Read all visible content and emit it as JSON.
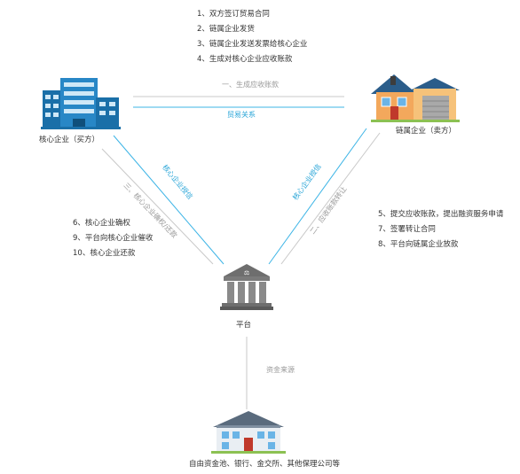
{
  "top_steps": [
    "1、双方签订贸易合同",
    "2、链属企业发货",
    "3、链属企业发送发票给核心企业",
    "4、生成对核心企业应收账款"
  ],
  "left_node": {
    "label": "核心企业（买方）"
  },
  "right_node": {
    "label": "链属企业（卖方）"
  },
  "platform": {
    "label": "平台"
  },
  "funder": {
    "label": "自由资金池、银行、金交所、其他保理公司等"
  },
  "edges": {
    "top_gray": "一、生成应收账款",
    "top_blue": "贸易关系",
    "left_blue": "核心企业授信",
    "left_gray": "三、核心企业确权/还款",
    "right_blue": "核心企业授信",
    "right_gray": "二、应收账款转让",
    "vertical": "资金来源"
  },
  "left_steps": [
    "6、核心企业确权",
    "9、平台向核心企业催收",
    "10、核心企业还款"
  ],
  "right_steps": [
    "5、提交应收账款，提出融资服务申请",
    "7、签署转让合同",
    "8、平台向链属企业放款"
  ],
  "colors": {
    "blue_line": "#3cb4e6",
    "gray_line": "#bdbdbd"
  }
}
